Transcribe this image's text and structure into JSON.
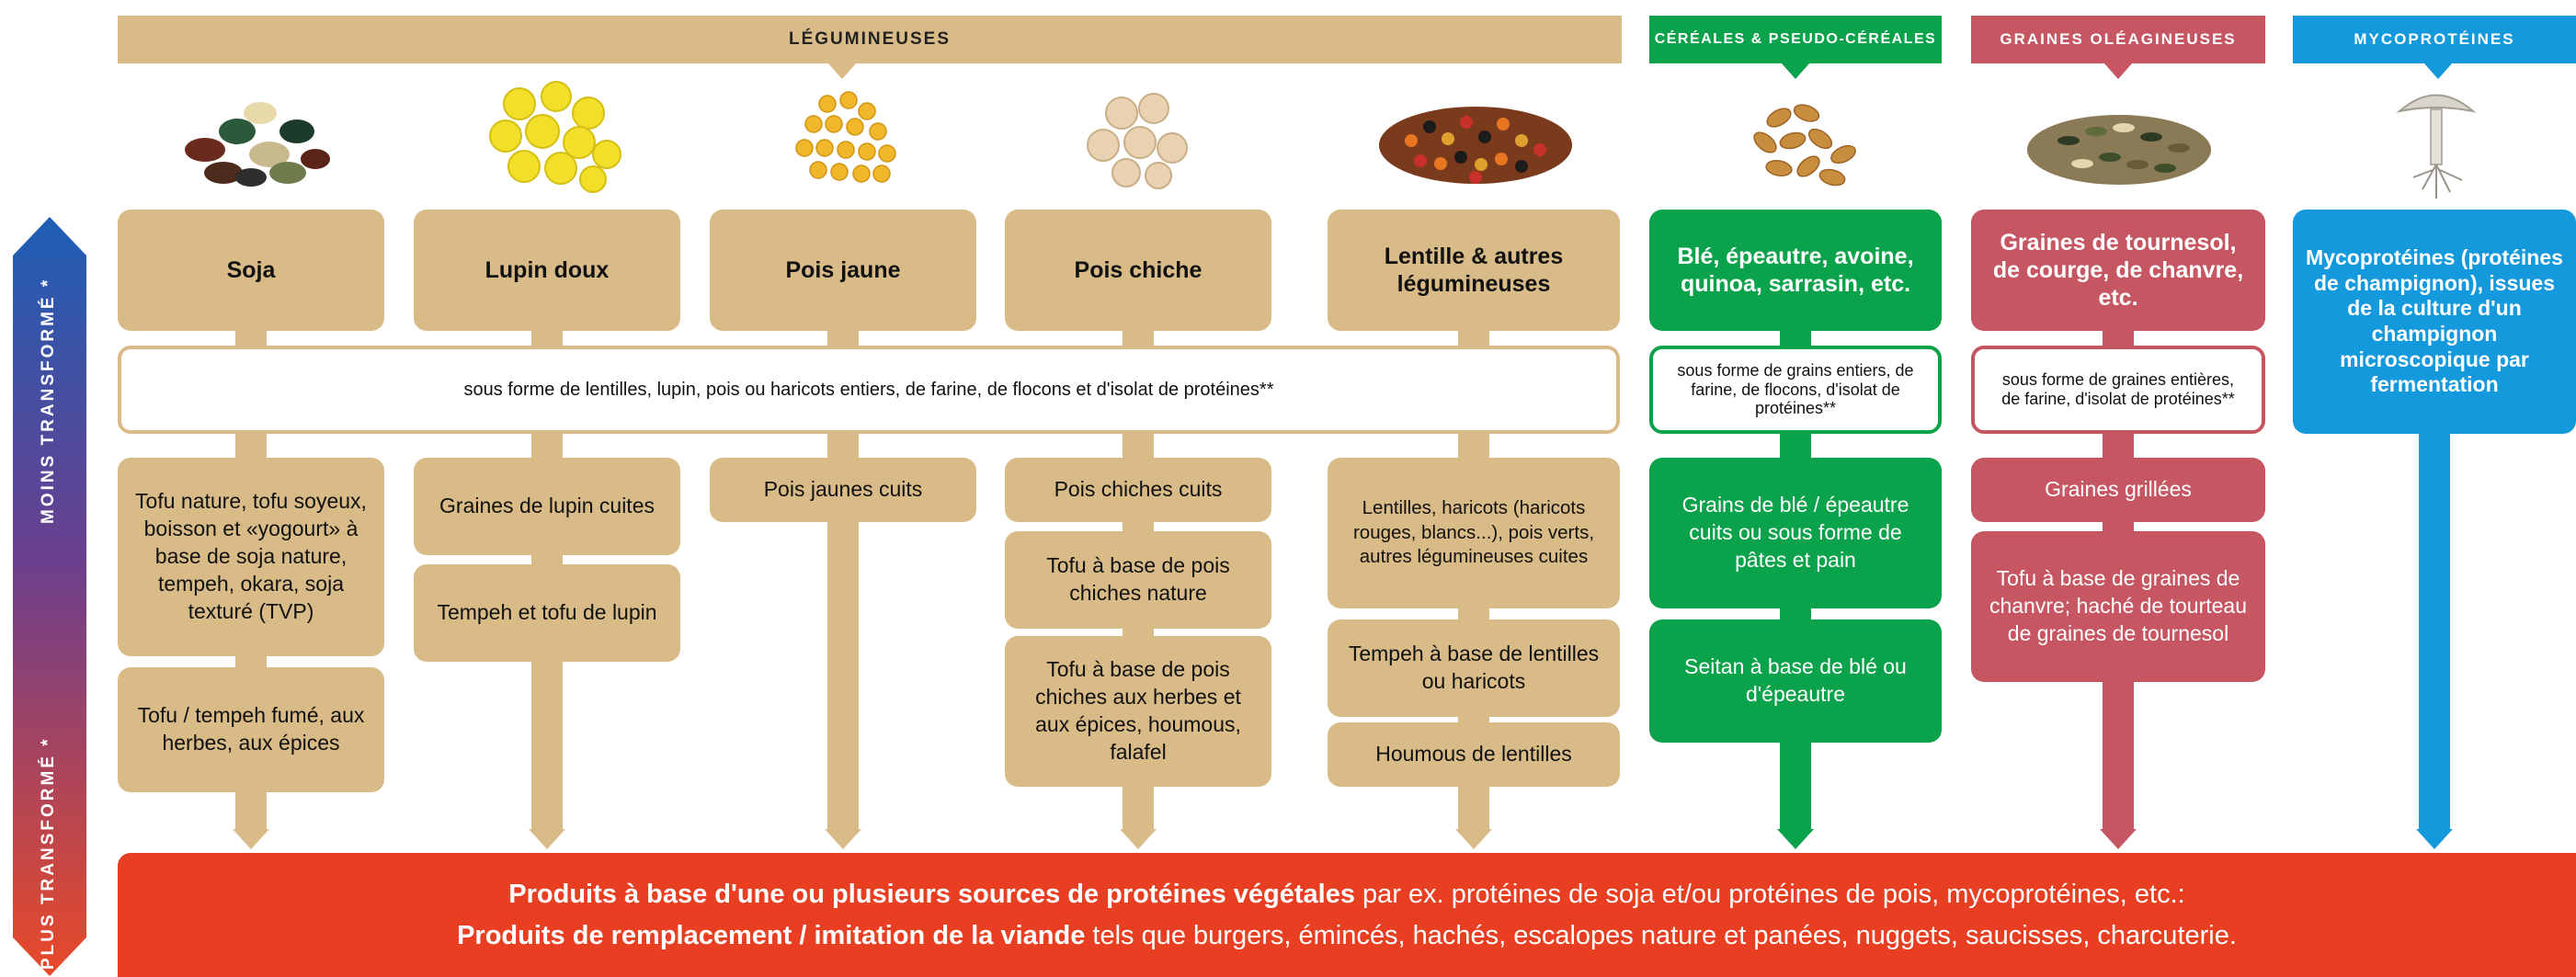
{
  "colors": {
    "legumes": "#d9bb88",
    "cereals": "#0aa24a",
    "oilseeds": "#c65762",
    "myco": "#1399dc",
    "bottom": "#e83f22",
    "arrow_top": "#1e5fb5",
    "arrow_bottom": "#e94a28"
  },
  "headers": {
    "legumes": "LÉGUMINEUSES",
    "cereals": "CÉRÉALES & PSEUDO-CÉRÉALES",
    "oilseeds": "GRAINES OLÉAGINEUSES",
    "myco": "MYCOPROTÉINES"
  },
  "side_arrow": {
    "top_label": "MOINS TRANSFORMÉ *",
    "bottom_label": "PLUS TRANSFORMÉ *"
  },
  "columns": [
    {
      "title": "Soja",
      "illustration": "soybeans-image",
      "items": [
        "Tofu nature, tofu soyeux, boisson et «yogourt» à base de soja nature, tempeh, okara, soja texturé (TVP)",
        "Tofu / tempeh fumé, aux herbes, aux épices"
      ]
    },
    {
      "title": "Lupin doux",
      "illustration": "lupin-beans-image",
      "items": [
        "Graines de lupin cuites",
        "Tempeh et tofu de lupin"
      ]
    },
    {
      "title": "Pois jaune",
      "illustration": "yellow-peas-image",
      "items": [
        "Pois jaunes cuits"
      ]
    },
    {
      "title": "Pois chiche",
      "illustration": "chickpeas-image",
      "items": [
        "Pois chiches cuits",
        "Tofu à base de pois chiches nature",
        "Tofu à base de pois chiches aux herbes et aux épices, houmous, falafel"
      ]
    },
    {
      "title": "Lentille & autres légumineuses",
      "illustration": "lentils-image",
      "items": [
        "Lentilles, haricots (haricots rouges, blancs...), pois verts, autres légumineuses cuites",
        "Tempeh à base de lentilles ou haricots",
        "Houmous de lentilles"
      ]
    },
    {
      "title": "Blé, épeautre, avoine, quinoa, sarrasin, etc.",
      "illustration": "wheat-grains-image",
      "form": "sous forme de grains entiers, de farine, de flocons, d'isolat de protéines**",
      "items": [
        "Grains de blé / épeautre cuits ou sous forme de pâtes et pain",
        "Seitan à base de blé ou d'épeautre"
      ]
    },
    {
      "title": "Graines de tournesol, de courge, de chanvre, etc.",
      "illustration": "oilseeds-image",
      "form": "sous forme de graines entières, de farine, d'isolat de protéines**",
      "items": [
        "Graines grillées",
        "Tofu à base de graines de chanvre; haché de tourteau de graines de tournesol"
      ]
    },
    {
      "title": "Mycoprotéines (protéines de champignon), issues de la culture d'un champignon microscopique par fermentation",
      "illustration": "mushroom-image",
      "items": []
    }
  ],
  "legume_form": "sous forme de lentilles, lupin, pois ou haricots entiers, de farine, de flocons et d'isolat de protéines**",
  "bottom": {
    "line1_bold": "Produits à base d'une ou plusieurs sources de protéines végétales",
    "line1_rest": " par ex. protéines de soja et/ou protéines de pois, mycoprotéines, etc.:",
    "line2_bold": "Produits de remplacement / imitation de la viande",
    "line2_rest": " tels que burgers, émincés, hachés, escalopes nature et panées, nuggets, saucisses, charcuterie."
  }
}
